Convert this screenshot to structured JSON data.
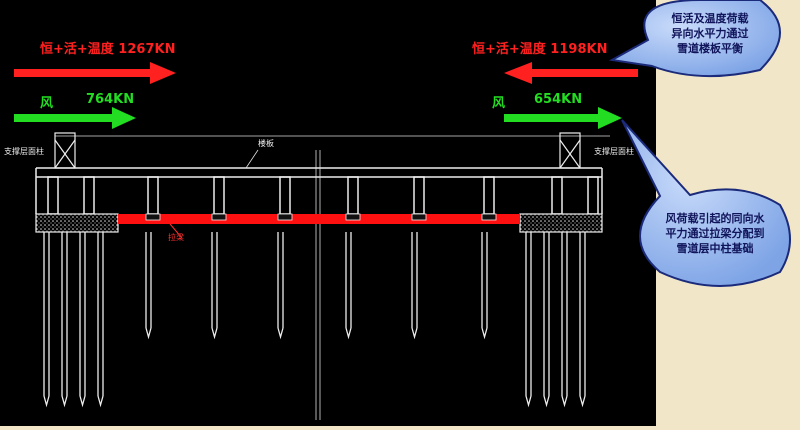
{
  "load_labels": {
    "left_dead_live_temp": "恒+活+温度 1267KN",
    "right_dead_live_temp": "恒+活+温度 1198KN",
    "left_wind_name": "风",
    "left_wind_value": "764KN",
    "right_wind_name": "风",
    "right_wind_value": "654KN"
  },
  "drawing_labels": {
    "left_support_column": "支撑层面柱",
    "right_support_column": "支撑层面柱",
    "floor_slab": "楼板",
    "tie_beam": "拉梁"
  },
  "callouts": {
    "top_lines": [
      "恒活及温度荷载",
      "异向水平力通过",
      "雪道楼板平衡"
    ],
    "bottom_lines": [
      "风荷载引起的同向水",
      "平力通过拉梁分配到",
      "雪道层中柱基础"
    ]
  },
  "colors": {
    "background": "#f1e7c8",
    "drawing_bg": "#000000",
    "dead_live_arrow": "#ff2020",
    "wind_arrow": "#22dd22",
    "tie_beam": "#ff1010",
    "callout_fill": "#9bbcf0",
    "callout_text": "#10145a"
  }
}
